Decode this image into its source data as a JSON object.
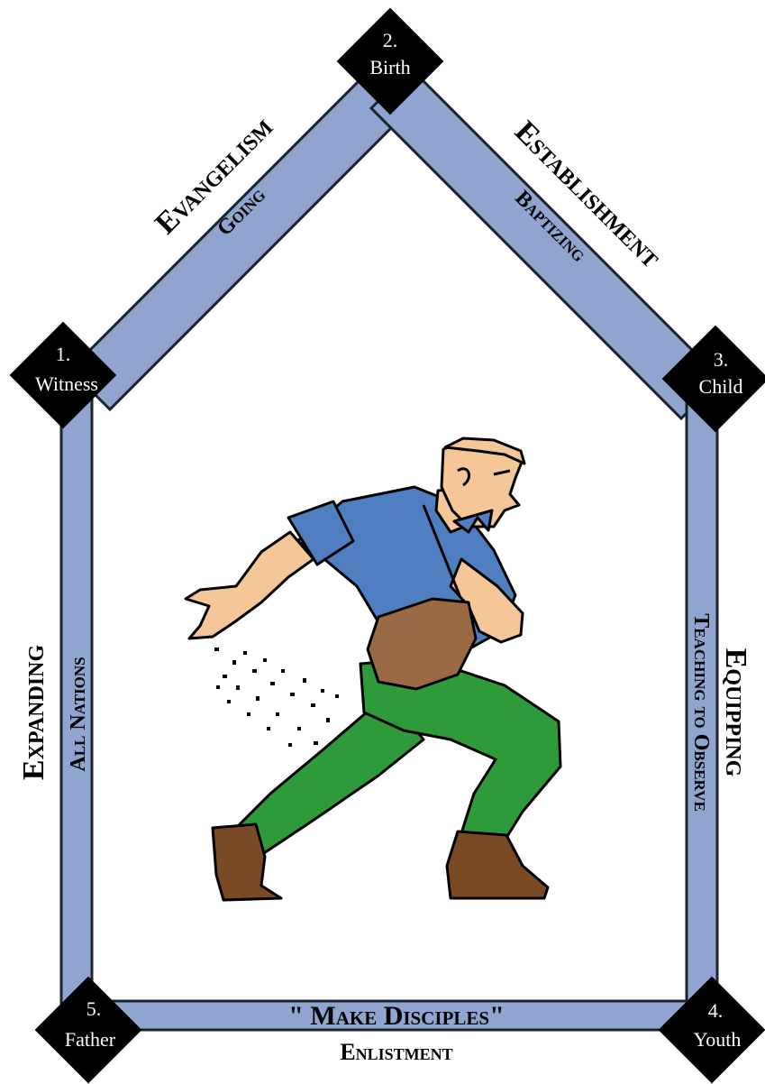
{
  "nodes": [
    {
      "id": "witness",
      "number": "1.",
      "label": "Witness"
    },
    {
      "id": "birth",
      "number": "2.",
      "label": "Birth"
    },
    {
      "id": "child",
      "number": "3.",
      "label": "Child"
    },
    {
      "id": "youth",
      "number": "4.",
      "label": "Youth"
    },
    {
      "id": "father",
      "number": "5.",
      "label": "Father"
    }
  ],
  "edges": {
    "evangelism": {
      "outer": "Evangelism",
      "inner": "Going"
    },
    "establishment": {
      "outer": "Establishment",
      "inner": "Baptizing"
    },
    "equipping": {
      "outer": "Equipping",
      "inner": "Teaching to Observe"
    },
    "enlistment": {
      "outer": "Enlistment",
      "inner": "\" Make Disciples\""
    },
    "expanding": {
      "outer": "Expanding",
      "inner": "All Nations"
    }
  },
  "colors": {
    "frame_fill": "#8fa5cf",
    "frame_stroke": "#1d2330",
    "node_fill": "#000000",
    "node_text": "#ffffff",
    "shirt": "#4f7fc0",
    "pants": "#2f9a3a",
    "skin": "#f5c697",
    "bag": "#9a6a44",
    "boots": "#7a4a24"
  },
  "illustration": {
    "name": "sower-scattering-seed"
  }
}
